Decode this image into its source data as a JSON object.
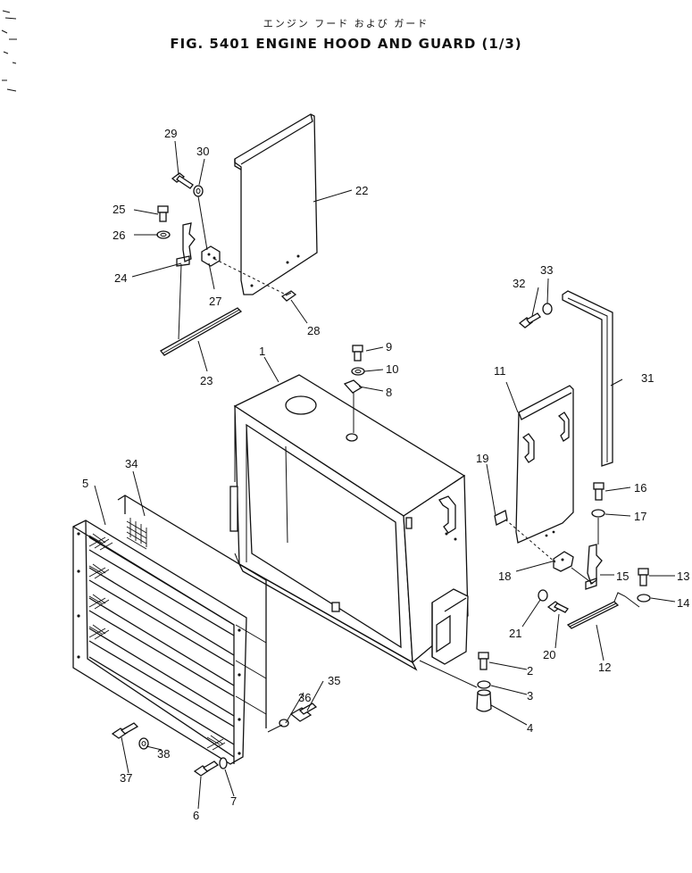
{
  "header": {
    "subtitle": "エンジン フード および ガード",
    "title": "FIG. 5401  ENGINE  HOOD  AND  GUARD  (1/3)"
  },
  "part_labels": {
    "p1": "1",
    "p2": "2",
    "p3": "3",
    "p4": "4",
    "p5": "5",
    "p6": "6",
    "p7": "7",
    "p8": "8",
    "p9": "9",
    "p10": "10",
    "p11": "11",
    "p12": "12",
    "p13": "13",
    "p14": "14",
    "p15": "15",
    "p16": "16",
    "p17": "17",
    "p18": "18",
    "p19": "19",
    "p20": "20",
    "p21": "21",
    "p22": "22",
    "p23": "23",
    "p24": "24",
    "p25": "25",
    "p26": "26",
    "p27": "27",
    "p28": "28",
    "p29": "29",
    "p30": "30",
    "p31": "31",
    "p32": "32",
    "p33": "33",
    "p34": "34",
    "p35": "35",
    "p36": "36",
    "p37": "37",
    "p38": "38"
  }
}
